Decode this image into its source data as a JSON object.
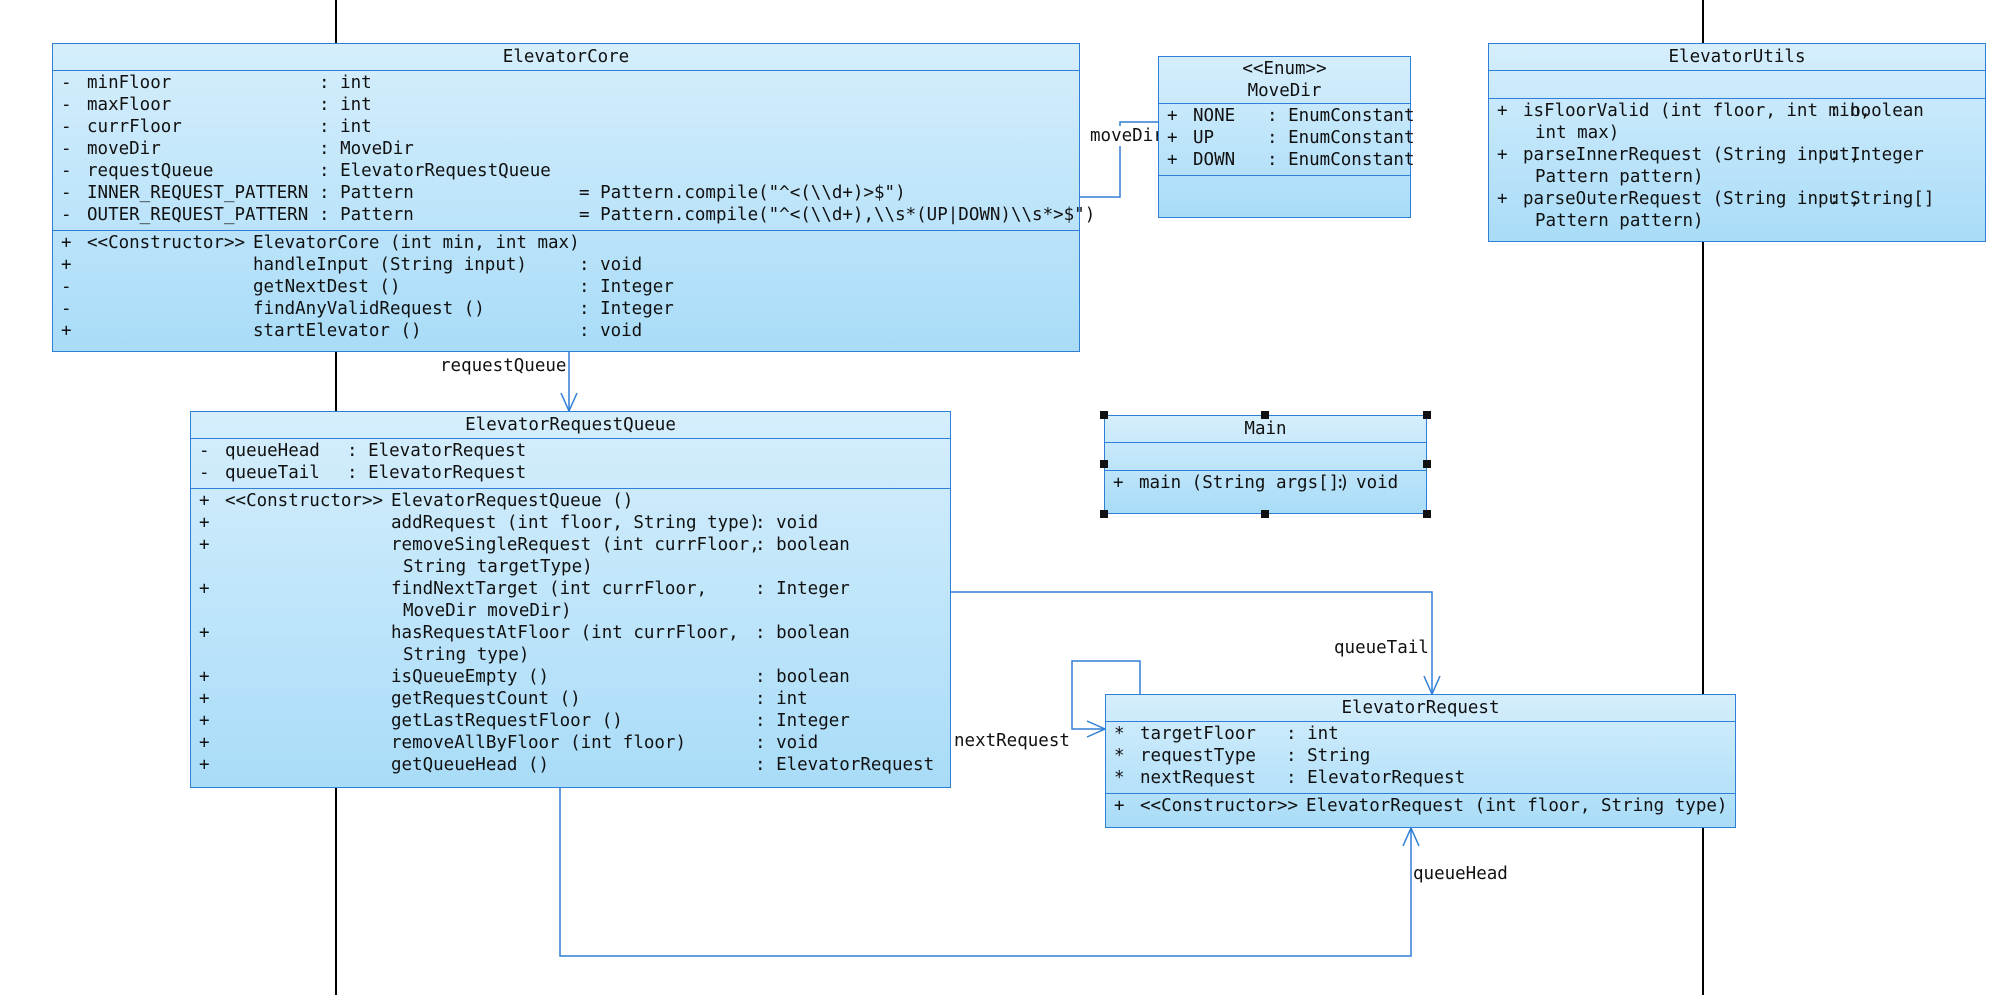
{
  "classes": {
    "elevator_core": {
      "name": "ElevatorCore",
      "attributes": [
        {
          "vis": "-",
          "name": "minFloor",
          "type": ": int",
          "init": ""
        },
        {
          "vis": "-",
          "name": "maxFloor",
          "type": ": int",
          "init": ""
        },
        {
          "vis": "-",
          "name": "currFloor",
          "type": ": int",
          "init": ""
        },
        {
          "vis": "-",
          "name": "moveDir",
          "type": ": MoveDir",
          "init": ""
        },
        {
          "vis": "-",
          "name": "requestQueue",
          "type": ": ElevatorRequestQueue",
          "init": ""
        },
        {
          "vis": "-",
          "name": "INNER_REQUEST_PATTERN",
          "type": ": Pattern",
          "init": "= Pattern.compile(\"^<(\\\\d+)>$\")"
        },
        {
          "vis": "-",
          "name": "OUTER_REQUEST_PATTERN",
          "type": ": Pattern",
          "init": "= Pattern.compile(\"^<(\\\\d+),\\\\s*(UP|DOWN)\\\\s*>$\")"
        }
      ],
      "operations": [
        {
          "vis": "+",
          "stereo": "<<Constructor>>",
          "name": "ElevatorCore (int min, int max)",
          "ret": ""
        },
        {
          "vis": "+",
          "stereo": "",
          "name": "handleInput (String input)",
          "ret": ": void"
        },
        {
          "vis": "-",
          "stereo": "",
          "name": "getNextDest ()",
          "ret": ": Integer"
        },
        {
          "vis": "-",
          "stereo": "",
          "name": "findAnyValidRequest ()",
          "ret": ": Integer"
        },
        {
          "vis": "+",
          "stereo": "",
          "name": "startElevator ()",
          "ret": ": void"
        }
      ]
    },
    "move_dir": {
      "stereotype": "<<Enum>>",
      "name": "MoveDir",
      "attributes": [
        {
          "vis": "+",
          "name": "NONE",
          "type": ": EnumConstant"
        },
        {
          "vis": "+",
          "name": "UP",
          "type": ": EnumConstant"
        },
        {
          "vis": "+",
          "name": "DOWN",
          "type": ": EnumConstant"
        }
      ]
    },
    "elevator_utils": {
      "name": "ElevatorUtils",
      "operations": [
        {
          "vis": "+",
          "name": "isFloorValid (int floor, int min,",
          "ret": ": boolean",
          "cont": "int max)"
        },
        {
          "vis": "+",
          "name": "parseInnerRequest (String input,",
          "ret": ": Integer",
          "cont": "Pattern pattern)"
        },
        {
          "vis": "+",
          "name": "parseOuterRequest (String input,",
          "ret": ": String[]",
          "cont": "Pattern pattern)"
        }
      ]
    },
    "elevator_request_queue": {
      "name": "ElevatorRequestQueue",
      "attributes": [
        {
          "vis": "-",
          "name": "queueHead",
          "type": ": ElevatorRequest"
        },
        {
          "vis": "-",
          "name": "queueTail",
          "type": ": ElevatorRequest"
        }
      ],
      "operations": [
        {
          "vis": "+",
          "stereo": "<<Constructor>>",
          "name": "ElevatorRequestQueue ()",
          "ret": "",
          "cont": ""
        },
        {
          "vis": "+",
          "stereo": "",
          "name": "addRequest (int floor, String type)",
          "ret": ": void",
          "cont": ""
        },
        {
          "vis": "+",
          "stereo": "",
          "name": "removeSingleRequest (int currFloor,",
          "ret": ": boolean",
          "cont": "String targetType)"
        },
        {
          "vis": "+",
          "stereo": "",
          "name": "findNextTarget (int currFloor,",
          "ret": ": Integer",
          "cont": "MoveDir moveDir)"
        },
        {
          "vis": "+",
          "stereo": "",
          "name": "hasRequestAtFloor (int currFloor,",
          "ret": ": boolean",
          "cont": "String type)"
        },
        {
          "vis": "+",
          "stereo": "",
          "name": "isQueueEmpty ()",
          "ret": ": boolean",
          "cont": ""
        },
        {
          "vis": "+",
          "stereo": "",
          "name": "getRequestCount ()",
          "ret": ": int",
          "cont": ""
        },
        {
          "vis": "+",
          "stereo": "",
          "name": "getLastRequestFloor ()",
          "ret": ": Integer",
          "cont": ""
        },
        {
          "vis": "+",
          "stereo": "",
          "name": "removeAllByFloor (int floor)",
          "ret": ": void",
          "cont": ""
        },
        {
          "vis": "+",
          "stereo": "",
          "name": "getQueueHead ()",
          "ret": ": ElevatorRequest",
          "cont": ""
        }
      ]
    },
    "main": {
      "name": "Main",
      "operations": [
        {
          "vis": "+",
          "name": "main (String args[])",
          "ret": ": void"
        }
      ]
    },
    "elevator_request": {
      "name": "ElevatorRequest",
      "attributes": [
        {
          "vis": "*",
          "name": "targetFloor",
          "type": ": int"
        },
        {
          "vis": "*",
          "name": "requestType",
          "type": ": String"
        },
        {
          "vis": "*",
          "name": "nextRequest",
          "type": ": ElevatorRequest"
        }
      ],
      "operations": [
        {
          "vis": "+",
          "stereo": "<<Constructor>>",
          "name": "ElevatorRequest (int floor, String type)",
          "ret": ""
        }
      ]
    }
  },
  "associations": {
    "move_dir": "moveDir",
    "request_queue": "requestQueue",
    "queue_tail": "queueTail",
    "next_request": "nextRequest",
    "queue_head": "queueHead"
  },
  "colors": {
    "line": "#2f7fd6",
    "fill_top": "#d5eefc",
    "fill_bottom": "#a9dcf8"
  }
}
